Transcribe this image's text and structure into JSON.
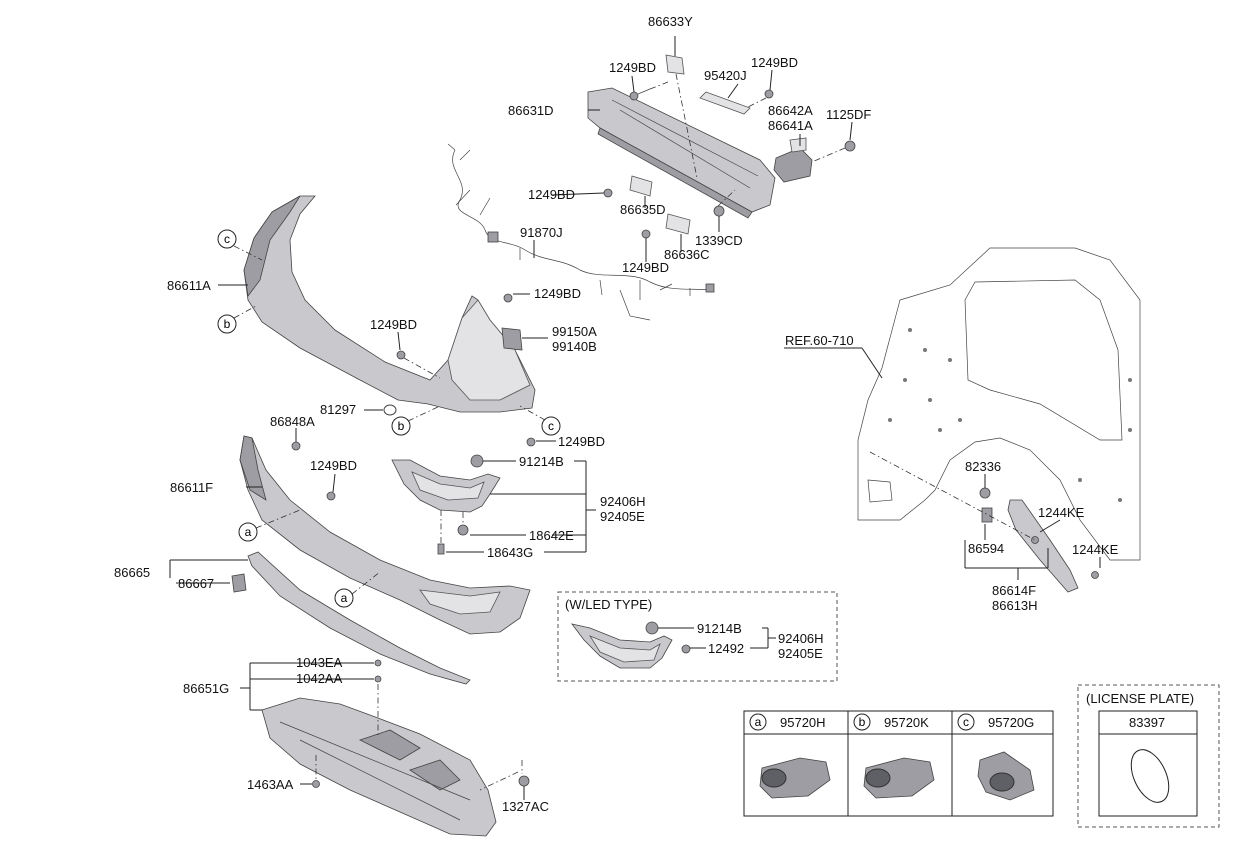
{
  "labels": {
    "p86633Y": "86633Y",
    "p1249BD_a": "1249BD",
    "p1249BD_b": "1249BD",
    "p95420J": "95420J",
    "p86631D": "86631D",
    "p86642A": "86642A",
    "p86641A": "86641A",
    "p1125DF": "1125DF",
    "p1249BD_c": "1249BD",
    "p86635D": "86635D",
    "p1339CD": "1339CD",
    "p86636C": "86636C",
    "p1249BD_d": "1249BD",
    "p91870J": "91870J",
    "p86611A": "86611A",
    "p1249BD_e": "1249BD",
    "p1249BD_f": "1249BD",
    "p99150A": "99150A",
    "p99140B": "99140B",
    "p81297": "81297",
    "p86848A": "86848A",
    "p1249BD_g": "1249BD",
    "p1249BD_h": "1249BD",
    "p91214B": "91214B",
    "p86611F": "86611F",
    "p92406H": "92406H",
    "p92405E": "92405E",
    "p18642E": "18642E",
    "p18643G": "18643G",
    "p86665": "86665",
    "p86667": "86667",
    "p1043EA": "1043EA",
    "p1042AA": "1042AA",
    "p86651G": "86651G",
    "p1463AA": "1463AA",
    "p1327AC": "1327AC",
    "ref": "REF.60-710",
    "p82336": "82336",
    "p1244KE_a": "1244KE",
    "p1244KE_b": "1244KE",
    "p86594": "86594",
    "p86614F": "86614F",
    "p86613H": "86613H"
  },
  "circle_refs": {
    "a": "a",
    "b": "b",
    "c": "c"
  },
  "led_box": {
    "title": "(W/LED TYPE)",
    "p91214B": "91214B",
    "p12492": "12492",
    "p92406H": "92406H",
    "p92405E": "92405E"
  },
  "sensor_table": [
    {
      "letter": "a",
      "part": "95720H"
    },
    {
      "letter": "b",
      "part": "95720K"
    },
    {
      "letter": "c",
      "part": "95720G"
    }
  ],
  "license_plate": {
    "title": "(LICENSE PLATE)",
    "part": "83397"
  }
}
